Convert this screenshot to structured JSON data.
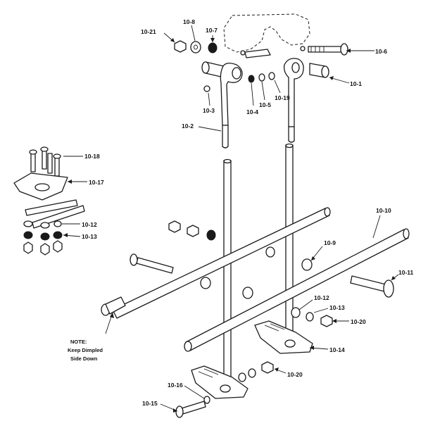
{
  "parts": {
    "p10_21": "10-21",
    "p10_8": "10-8",
    "p10_7": "10-7",
    "p10_6": "10-6",
    "p10_1": "10-1",
    "p10_3": "10-3",
    "p10_4": "10-4",
    "p10_5": "10-5",
    "p10_19": "10-19",
    "p10_2": "10-2",
    "p10_18": "10-18",
    "p10_17": "10-17",
    "p10_12a": "10-12",
    "p10_13a": "10-13",
    "p10_10": "10-10",
    "p10_9": "10-9",
    "p10_11": "10-11",
    "p10_12b": "10-12",
    "p10_13b": "10-13",
    "p10_20a": "10-20",
    "p10_14": "10-14",
    "p10_20b": "10-20",
    "p10_16": "10-16",
    "p10_15": "10-15"
  },
  "note": {
    "line1": "NOTE:",
    "line2": "Keep Dimpled",
    "line3": "Side Down"
  },
  "colors": {
    "ink": "#1a1a1a",
    "paper": "#ffffff"
  }
}
